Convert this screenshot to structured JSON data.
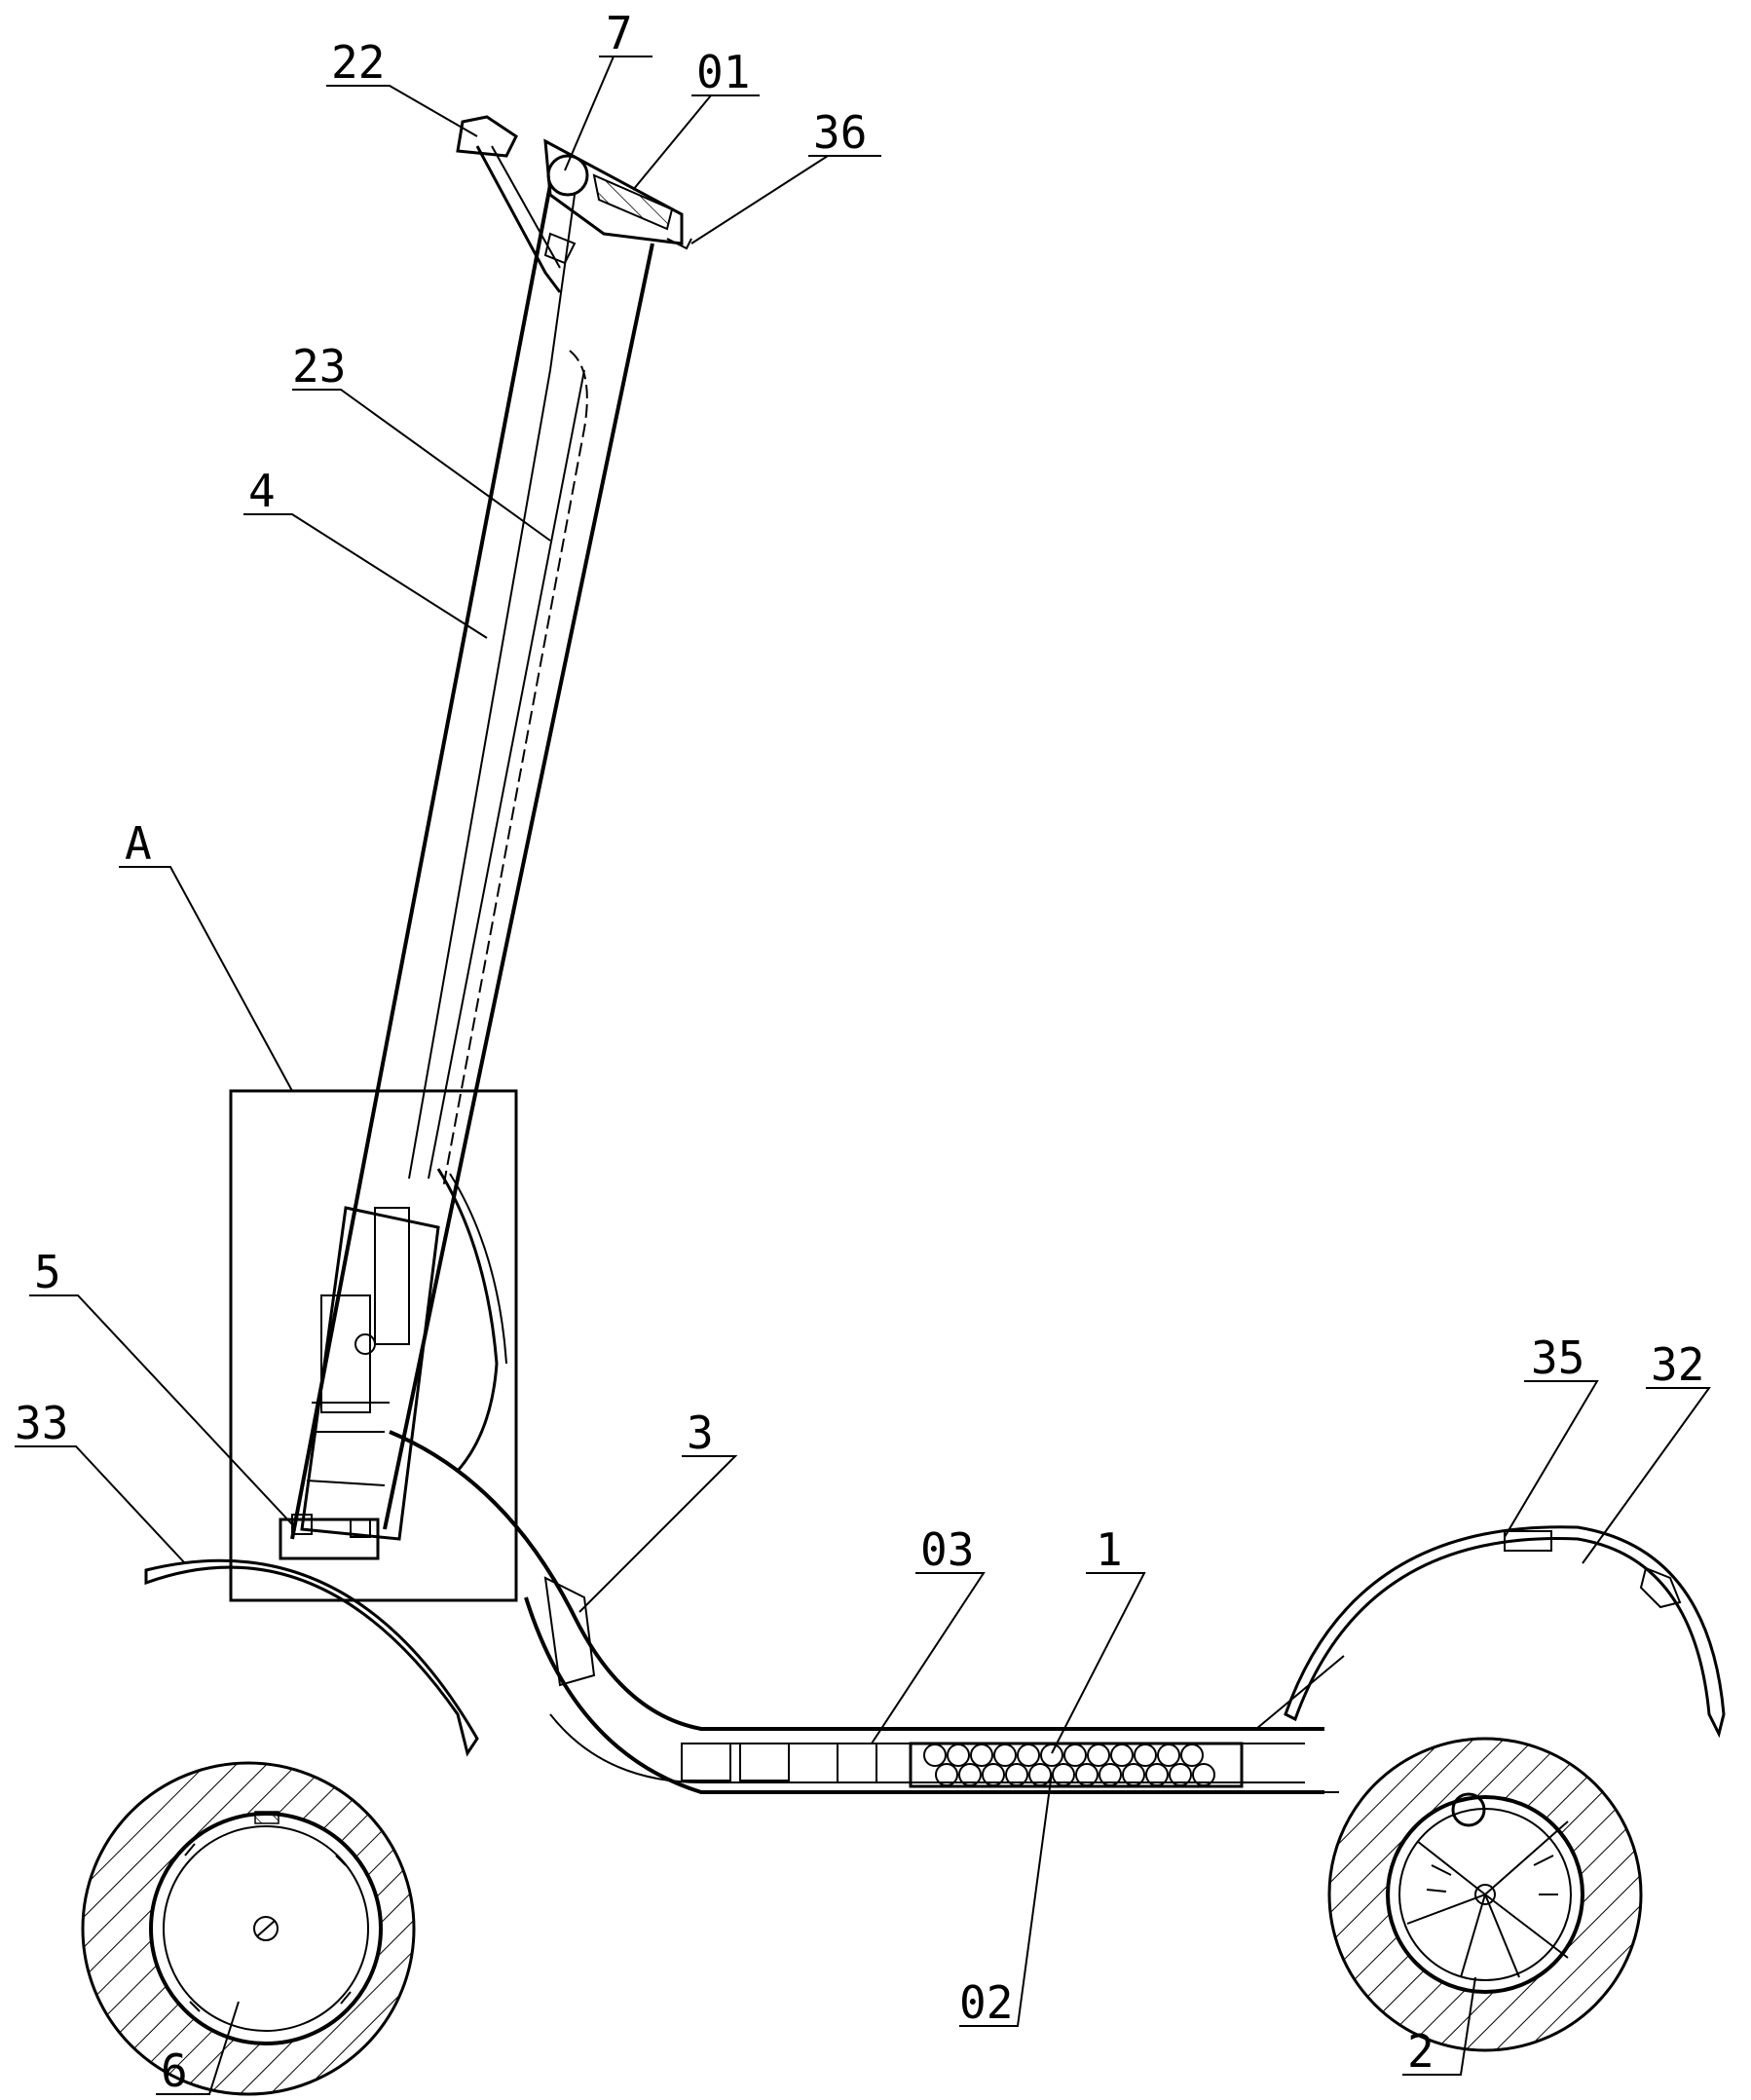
{
  "figure": {
    "labels": {
      "l22": "22",
      "l7": "7",
      "l01": "01",
      "l36": "36",
      "l23": "23",
      "l4": "4",
      "lA": "A",
      "l5": "5",
      "l33": "33",
      "l3": "3",
      "l03": "03",
      "l1": "1",
      "l35": "35",
      "l32": "32",
      "l02": "02",
      "l6": "6",
      "l2": "2"
    }
  }
}
